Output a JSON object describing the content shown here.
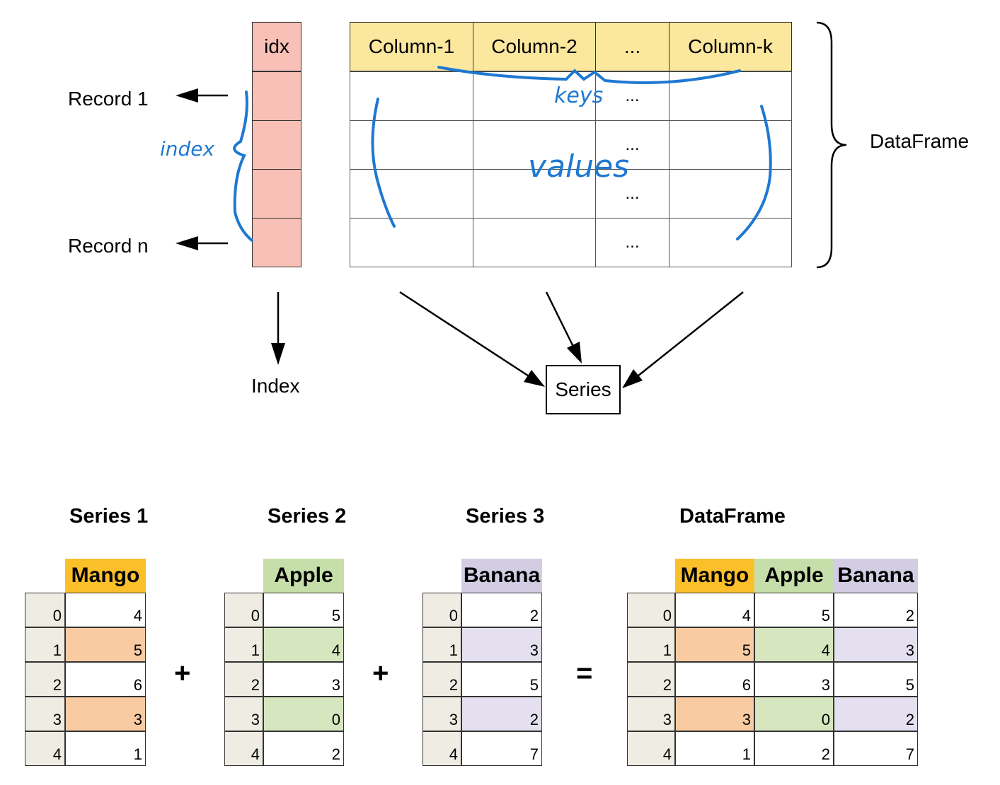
{
  "top": {
    "idx_header": "idx",
    "columns": [
      "Column-1",
      "Column-2",
      "...",
      "Column-k"
    ],
    "ellipsis_cells": [
      "...",
      "...",
      "...",
      "..."
    ],
    "record_first": "Record 1",
    "record_last": "Record n",
    "dataframe_label": "DataFrame",
    "index_label": "Index",
    "series_label": "Series",
    "handwritten": {
      "keys": "keys",
      "index": "index",
      "values": "values"
    }
  },
  "bottom": {
    "titles": [
      "Series 1",
      "Series 2",
      "Series 3",
      "DataFrame"
    ],
    "index": [
      "0",
      "1",
      "2",
      "3",
      "4"
    ],
    "series": [
      {
        "name": "Mango",
        "values": [
          "4",
          "5",
          "6",
          "3",
          "1"
        ],
        "color": "#fbbf2a",
        "highlight": "#f8cba2"
      },
      {
        "name": "Apple",
        "values": [
          "5",
          "4",
          "3",
          "0",
          "2"
        ],
        "color": "#c6deaa",
        "highlight": "#d6e7c0"
      },
      {
        "name": "Banana",
        "values": [
          "2",
          "3",
          "5",
          "2",
          "7"
        ],
        "color": "#d3cde4",
        "highlight": "#e4e0ef"
      }
    ],
    "operators": [
      "+",
      "+",
      "="
    ]
  },
  "colors": {
    "header_yellow": "#fbe79d",
    "index_pink": "#f8c0b6",
    "ink_blue": "#1f78d1"
  }
}
